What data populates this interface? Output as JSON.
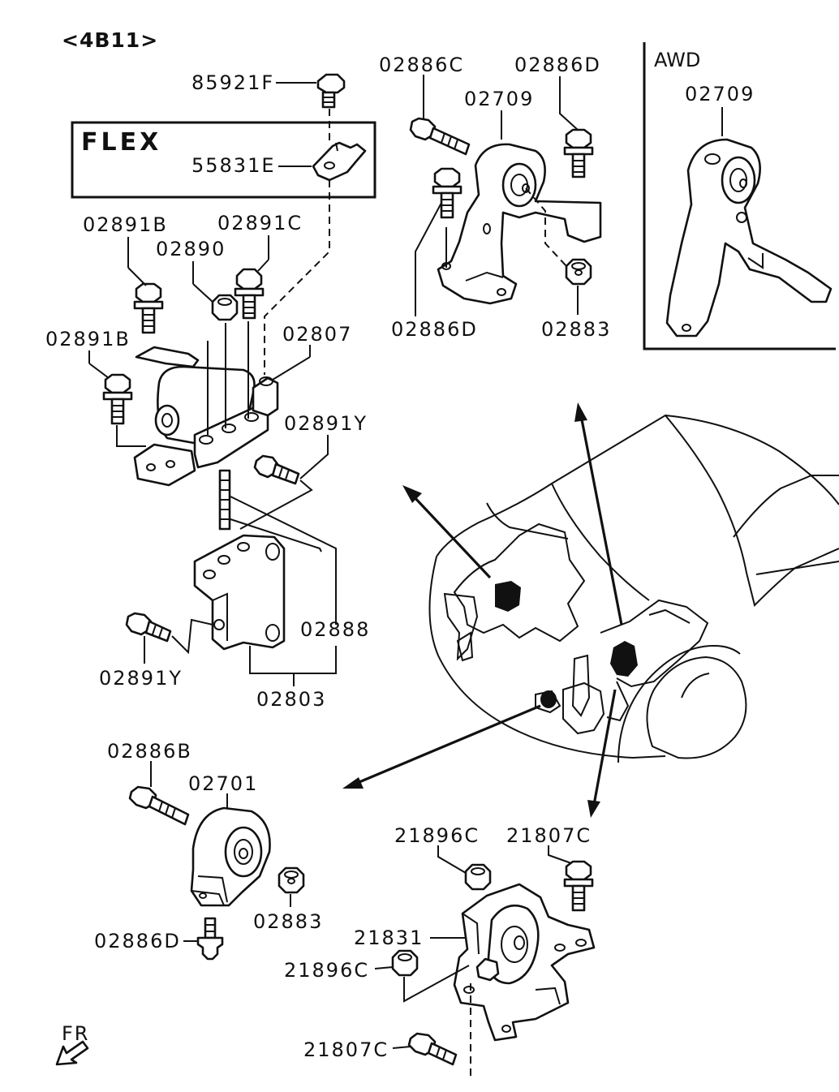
{
  "engine_label": "<4B11>",
  "flex_box": {
    "label": "FLEX"
  },
  "awd_box": {
    "label": "AWD"
  },
  "labels": {
    "p85921F": "85921F",
    "p55831E": "55831E",
    "p02891B_a": "02891B",
    "p02890": "02890",
    "p02891C": "02891C",
    "p02891B_b": "02891B",
    "p02807": "02807",
    "p02891Y_a": "02891Y",
    "p02888": "02888",
    "p02891Y_b": "02891Y",
    "p02803": "02803",
    "p02886C": "02886C",
    "p02886D_a": "02886D",
    "p02709_a": "02709",
    "p02886D_b": "02886D",
    "p02883_a": "02883",
    "p02709_b": "02709",
    "p02886B": "02886B",
    "p02701": "02701",
    "p02883_b": "02883",
    "p02886D_c": "02886D",
    "p21896C_a": "21896C",
    "p21807C_a": "21807C",
    "p21831": "21831",
    "p21896C_b": "21896C",
    "p21807C_b": "21807C"
  },
  "direction": {
    "label": "FR"
  }
}
